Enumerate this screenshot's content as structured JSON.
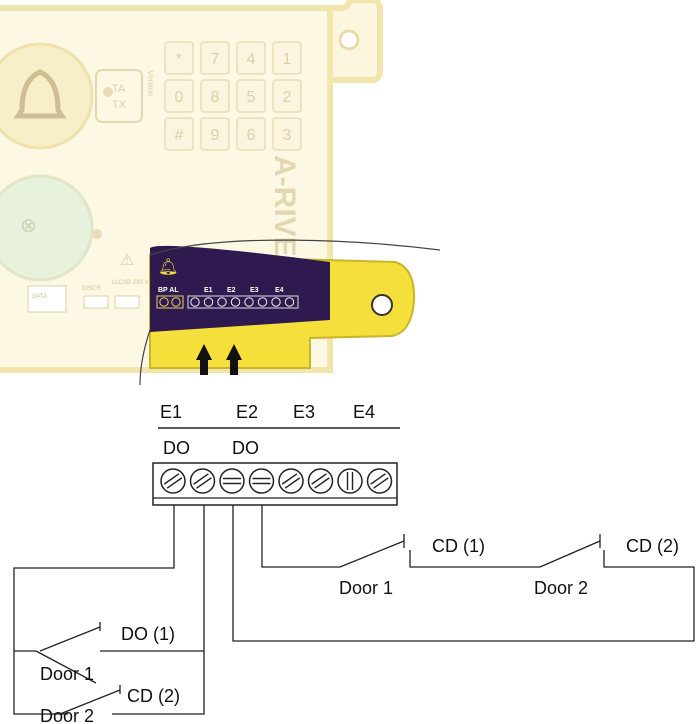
{
  "device": {
    "brand": "A-RIVET BOX",
    "version_label": "Version",
    "ta_label": "TA",
    "tx_label": "TX",
    "keypad": [
      "*",
      "7",
      "4",
      "1",
      "0",
      "8",
      "5",
      "2",
      "#",
      "9",
      "6",
      "3"
    ],
    "port_labels": [
      "BP AL",
      "E1",
      "E2",
      "E3",
      "E4"
    ],
    "small_labels": [
      "DISCR",
      "LLCAB 230 V",
      "DATA"
    ]
  },
  "terminals": {
    "headers": [
      "E1",
      "E2",
      "E3",
      "E4"
    ],
    "sub_labels": [
      "DO",
      "DO"
    ]
  },
  "circuits": {
    "right": {
      "switch1_label": "CD (1)",
      "switch1_door": "Door 1",
      "switch2_label": "CD (2)",
      "switch2_door": "Door 2"
    },
    "left": {
      "switch1_label": "DO (1)",
      "switch1_door": "Door 1",
      "switch2_label": "CD (2)",
      "switch2_door": "Door 2"
    }
  },
  "colors": {
    "device_fill": "#fdf6dc",
    "device_outline": "#f0e3a8",
    "bracket_yellow": "#f5df3a",
    "purple_panel": "#2e1a4f",
    "line": "#222222"
  }
}
